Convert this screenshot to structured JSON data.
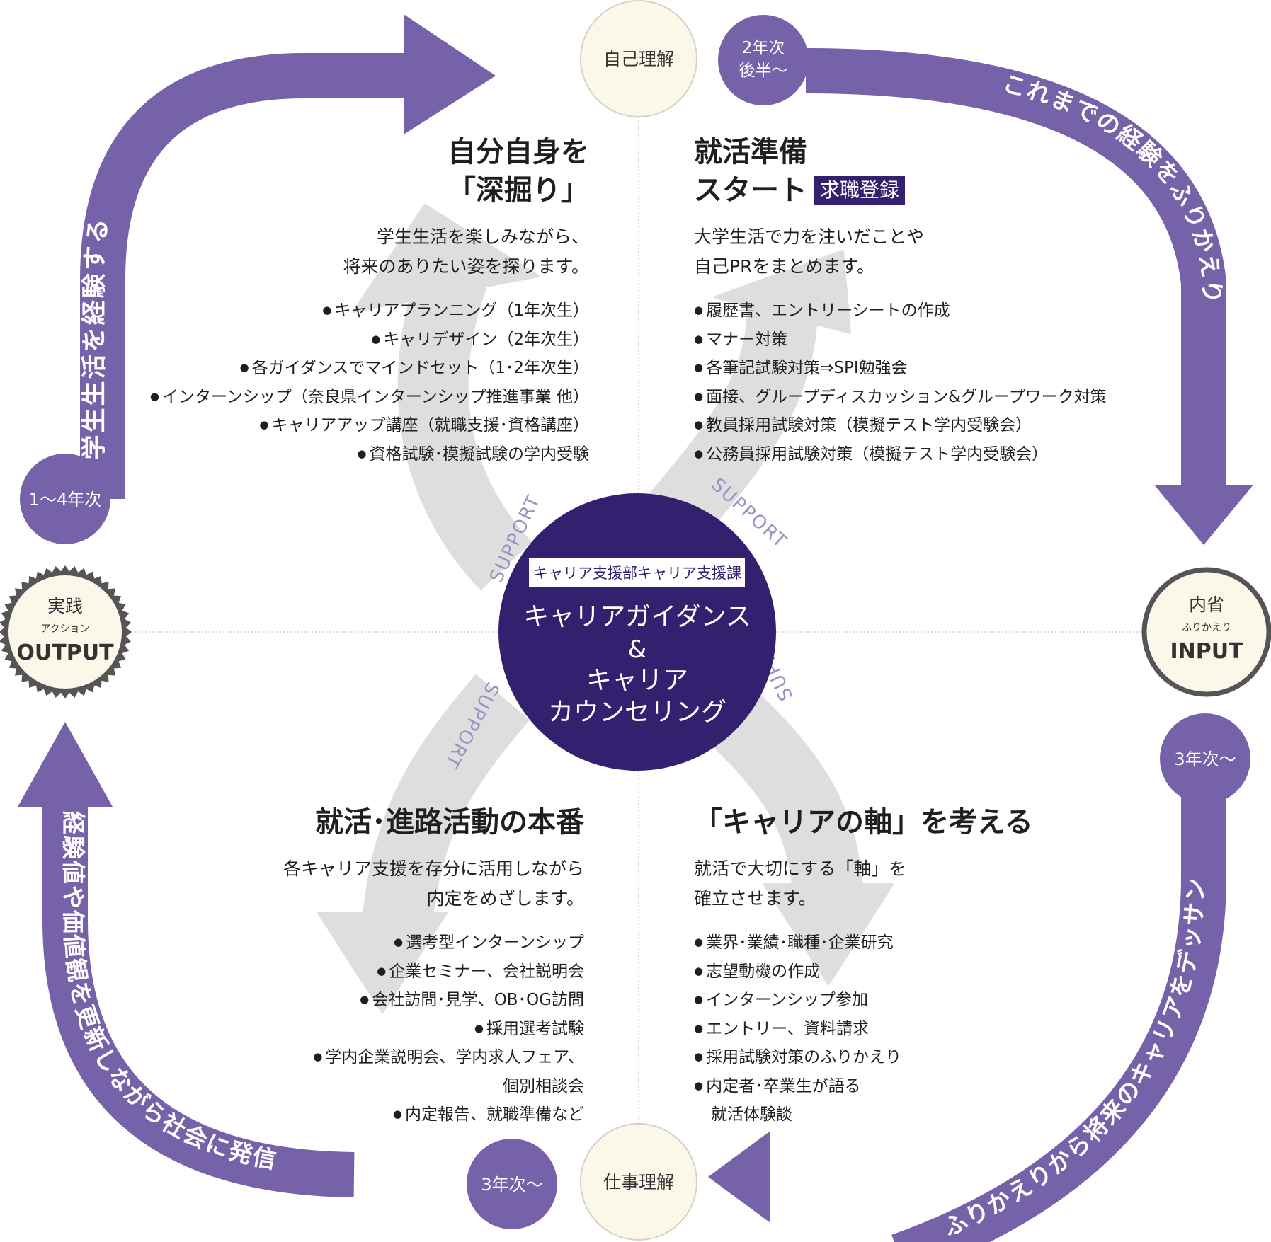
{
  "colors": {
    "purple": "#7562a9",
    "dark_purple": "#33206f",
    "cream": "#fbf8ea",
    "support_gray": "#dedede",
    "support_text": "#9e90c6"
  },
  "nodes": {
    "top": "自己理解",
    "bottom": "仕事理解",
    "left": {
      "main": "実践",
      "ruby": "アクション",
      "en": "OUTPUT"
    },
    "right": {
      "main": "内省",
      "ruby": "ふりかえり",
      "en": "INPUT"
    }
  },
  "badges": {
    "year_1_4": "1〜4年次",
    "year_2_line1": "2年次",
    "year_2_line2": "後半〜",
    "year_3_right": "3年次〜",
    "year_3_bottom": "3年次〜"
  },
  "arcs": {
    "top_left": "学生生活を経験する",
    "top_right": "これまでの経験をふりかえり",
    "bottom_right": "ふりかえりから将来のキャリアをデッサン",
    "bottom_left": "経験値や価値観を更新しながら社会に発信"
  },
  "support_label": "SUPPORT",
  "center": {
    "tag": "キャリア支援部キャリア支援課",
    "line1": "キャリアガイダンス",
    "line2": "&",
    "line3": "キャリア",
    "line4": "カウンセリング"
  },
  "q1": {
    "title_line1": "自分自身を",
    "title_line2": "「深掘り」",
    "lead_line1": "学生生活を楽しみながら、",
    "lead_line2": "将来のありたい姿を探ります。",
    "items": [
      "キャリアプランニング（1年次生）",
      "キャリデザイン（2年次生）",
      "各ガイダンスでマインドセット（1･2年次生）",
      "インターンシップ（奈良県インターンシップ推進事業 他）",
      "キャリアアップ講座（就職支援･資格講座）",
      "資格試験･模擬試験の学内受験"
    ]
  },
  "q2": {
    "title_line1": "就活準備",
    "title_line2": "スタート",
    "badge": "求職登録",
    "lead_line1": "大学生活で力を注いだことや",
    "lead_line2": "自己PRをまとめます。",
    "items": [
      "履歴書、エントリーシートの作成",
      "マナー対策",
      "各筆記試験対策⇒SPI勉強会",
      "面接、グループディスカッション&グループワーク対策",
      "教員採用試験対策（模擬テスト学内受験会）",
      "公務員採用試験対策（模擬テスト学内受験会）"
    ]
  },
  "q3": {
    "title": "就活･進路活動の本番",
    "lead_line1": "各キャリア支援を存分に活用しながら",
    "lead_line2": "内定をめざします。",
    "items": [
      "選考型インターンシップ",
      "企業セミナー、会社説明会",
      "会社訪問･見学、OB･OG訪問",
      "採用選考試験",
      "学内企業説明会、学内求人フェア、",
      "内定報告、就職準備など"
    ],
    "item5_cont": "個別相談会"
  },
  "q4": {
    "title": "「キャリアの軸」を考える",
    "lead_line1": "就活で大切にする「軸」を",
    "lead_line2": "確立させます。",
    "items": [
      "業界･業績･職種･企業研究",
      "志望動機の作成",
      "インターンシップ参加",
      "エントリー、資料請求",
      "採用試験対策のふりかえり",
      "内定者･卒業生が語る"
    ],
    "item6_cont": "就活体験談"
  }
}
